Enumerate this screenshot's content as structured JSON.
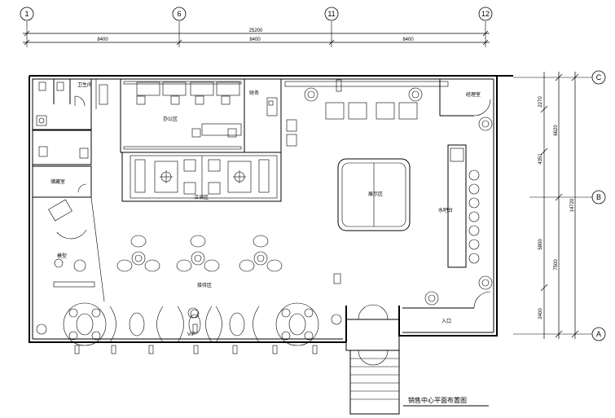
{
  "axes_top": [
    "1",
    "6",
    "11",
    "12"
  ],
  "axes_right": [
    "C",
    "B",
    "A"
  ],
  "dims_top": {
    "total": "25200",
    "seg1": "8400",
    "seg2": "8400",
    "seg3": "8400"
  },
  "dims_right": {
    "d1": "2270",
    "d2": "4351",
    "d3": "5800",
    "d4": "2400",
    "o1": "6620",
    "o2": "7500",
    "total": "14720"
  },
  "rooms": {
    "office": "办公区",
    "negotiation": "洽谈区",
    "exhibition": "展示区",
    "model": "模型",
    "bar": "水吧台",
    "vip": "VIP",
    "reception": "接待区",
    "entry": "入口",
    "wc": "卫生间",
    "storage": "储藏室",
    "manager": "经理室",
    "finance": "财务"
  },
  "drawing_title": "销售中心平面布置图"
}
